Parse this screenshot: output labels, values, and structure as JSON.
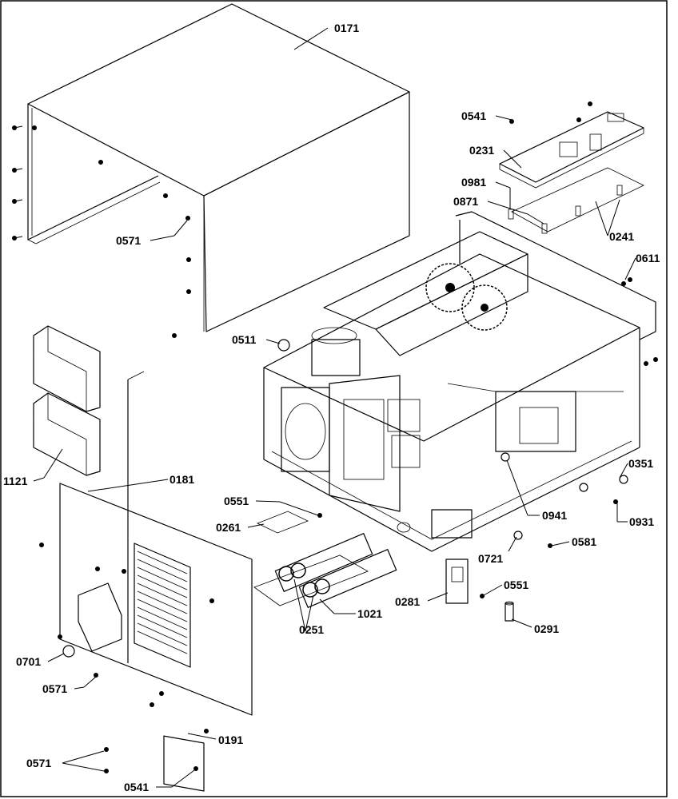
{
  "labels": {
    "p0171": "0171",
    "p0541a": "0541",
    "p0231": "0231",
    "p0981": "0981",
    "p0871": "0871",
    "p0241": "0241",
    "p0611": "0611",
    "p0571a": "0571",
    "p0511": "0511",
    "p1121": "1121",
    "p0181": "0181",
    "p0551a": "0551",
    "p0261": "0261",
    "p0351": "0351",
    "p0941": "0941",
    "p0931": "0931",
    "p0721": "0721",
    "p0581": "0581",
    "p0551b": "0551",
    "p0281": "0281",
    "p0291": "0291",
    "p1021": "1021",
    "p0251": "0251",
    "p0701": "0701",
    "p0571b": "0571",
    "p0191": "0191",
    "p0571c": "0571",
    "p0541b": "0541"
  }
}
